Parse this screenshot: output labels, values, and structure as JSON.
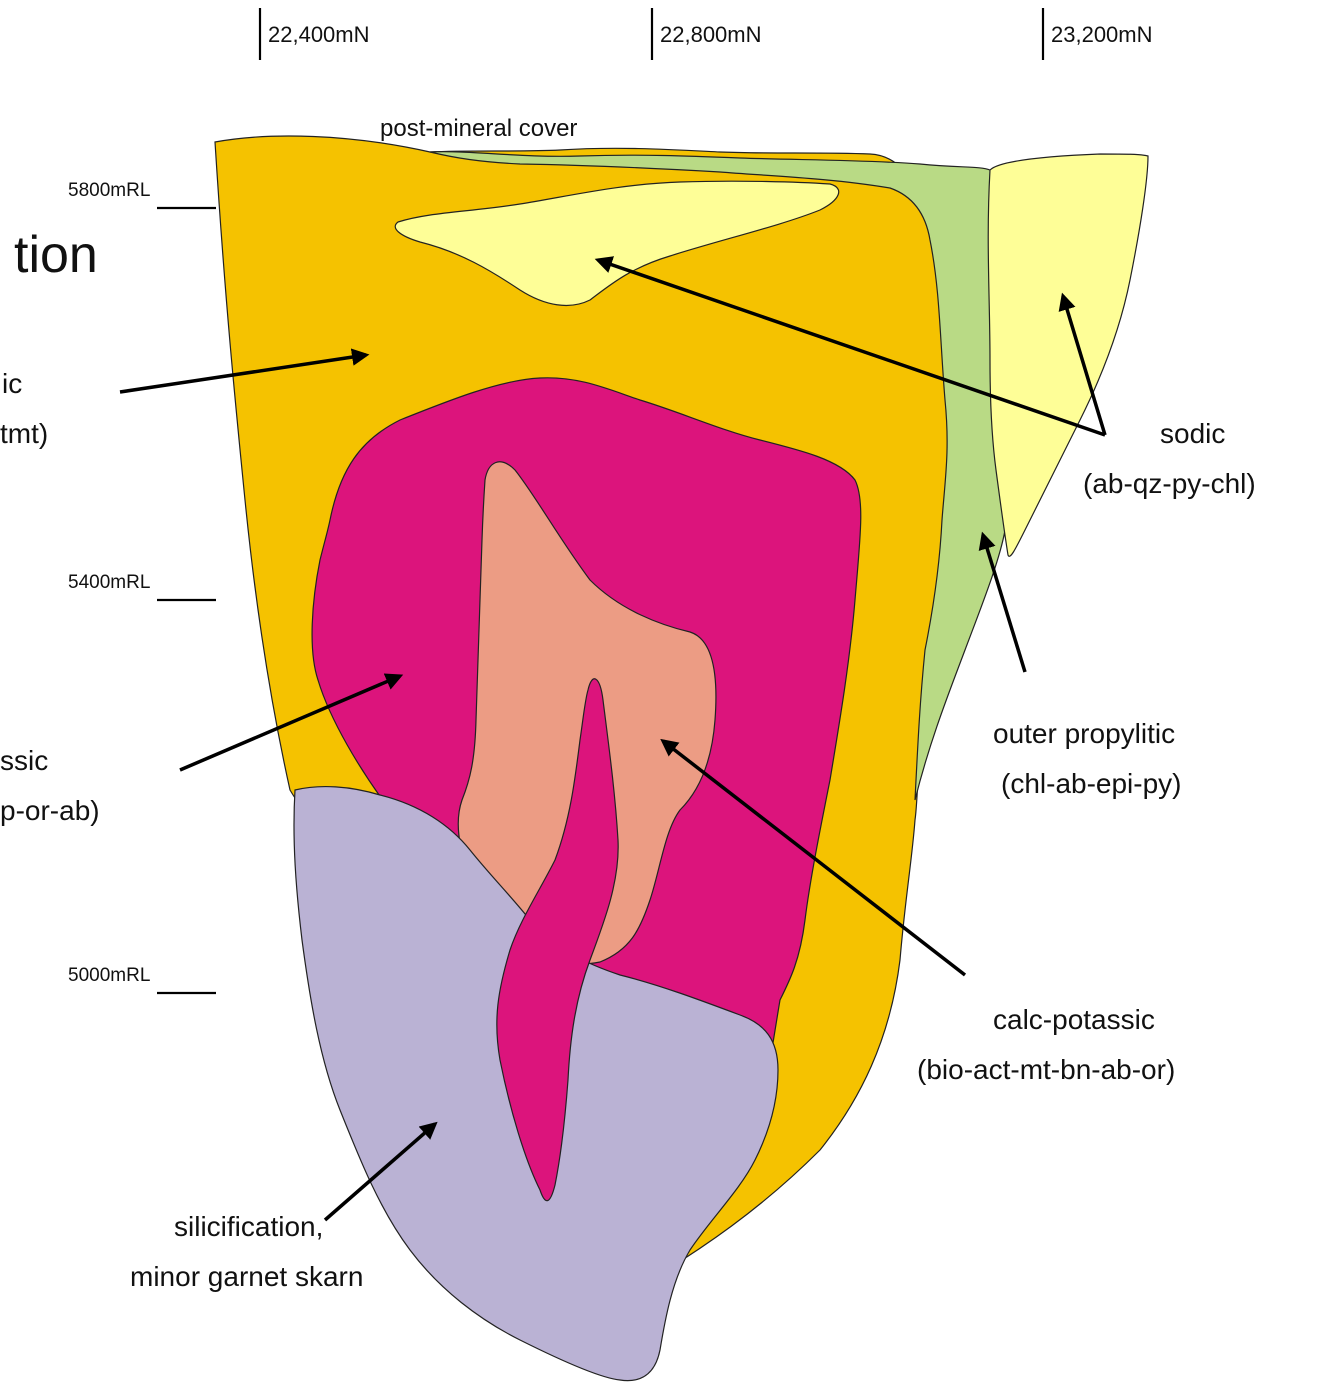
{
  "title_fragment": "tion",
  "northing_labels": [
    "22,400mN",
    "22,800mN",
    "23,200mN"
  ],
  "elevation_labels": [
    "5800mRL",
    "5400mRL",
    "5000mRL"
  ],
  "cover_label": "post-mineral cover",
  "zones": {
    "potassic_outer": {
      "line1": "ic",
      "line2": "tmt)",
      "color": "#F5C200"
    },
    "potassic_inner": {
      "line1": "ssic",
      "line2": "p-or-ab)",
      "color": "#DC147C"
    },
    "calc_potassic": {
      "line1": "calc-potassic",
      "line2": "(bio-act-mt-bn-ab-or)",
      "color": "#EC9C84"
    },
    "sodic": {
      "line1": "sodic",
      "line2": "(ab-qz-py-chl)",
      "color": "#FEFE97"
    },
    "outer_propylitic": {
      "line1": "outer propylitic",
      "line2": "(chl-ab-epi-py)",
      "color": "#B9DA85"
    },
    "silicification": {
      "line1": "silicification,",
      "line2": "minor garnet skarn",
      "color": "#BAB2D4"
    }
  }
}
